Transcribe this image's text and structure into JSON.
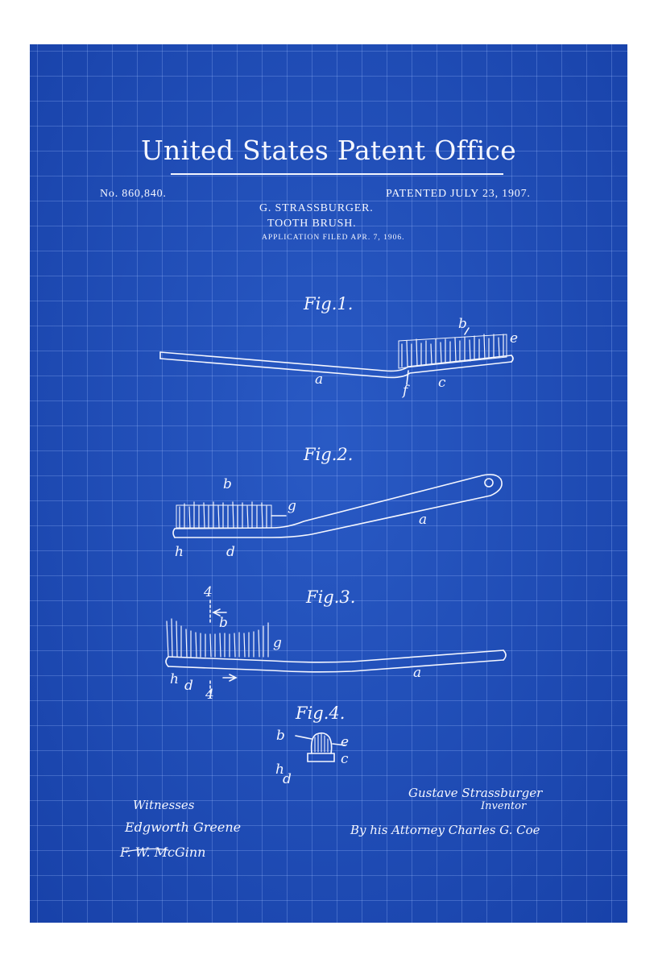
{
  "header": {
    "office": "United States Patent Office",
    "patent_number": "No. 860,840.",
    "patent_date": "PATENTED JULY 23, 1907.",
    "inventor_header": "G. STRASSBURGER.",
    "invention": "TOOTH BRUSH.",
    "application": "APPLICATION FILED APR. 7, 1906."
  },
  "figures": {
    "fig1": "Fig.1.",
    "fig2": "Fig.2.",
    "fig3": "Fig.3.",
    "fig4": "Fig.4."
  },
  "labels": {
    "fig1": [
      "b",
      "e",
      "a",
      "f",
      "c"
    ],
    "fig2": [
      "b",
      "g",
      "a",
      "h",
      "d"
    ],
    "fig3": [
      "4",
      "b",
      "g",
      "a",
      "h",
      "d",
      "4"
    ],
    "fig4": [
      "b",
      "e",
      "h",
      "c",
      "d"
    ]
  },
  "signatures": {
    "witnesses_label": "Witnesses",
    "witness1": "Edgworth Greene",
    "witness2": "F. W. McGinn",
    "inventor_signature": "Gustave Strassburger",
    "inventor_label": "Inventor",
    "attorney_line": "By his Attorney Charles G. Coe"
  },
  "colors": {
    "background": "#1f4fb8",
    "ink": "#f4f6ff"
  }
}
